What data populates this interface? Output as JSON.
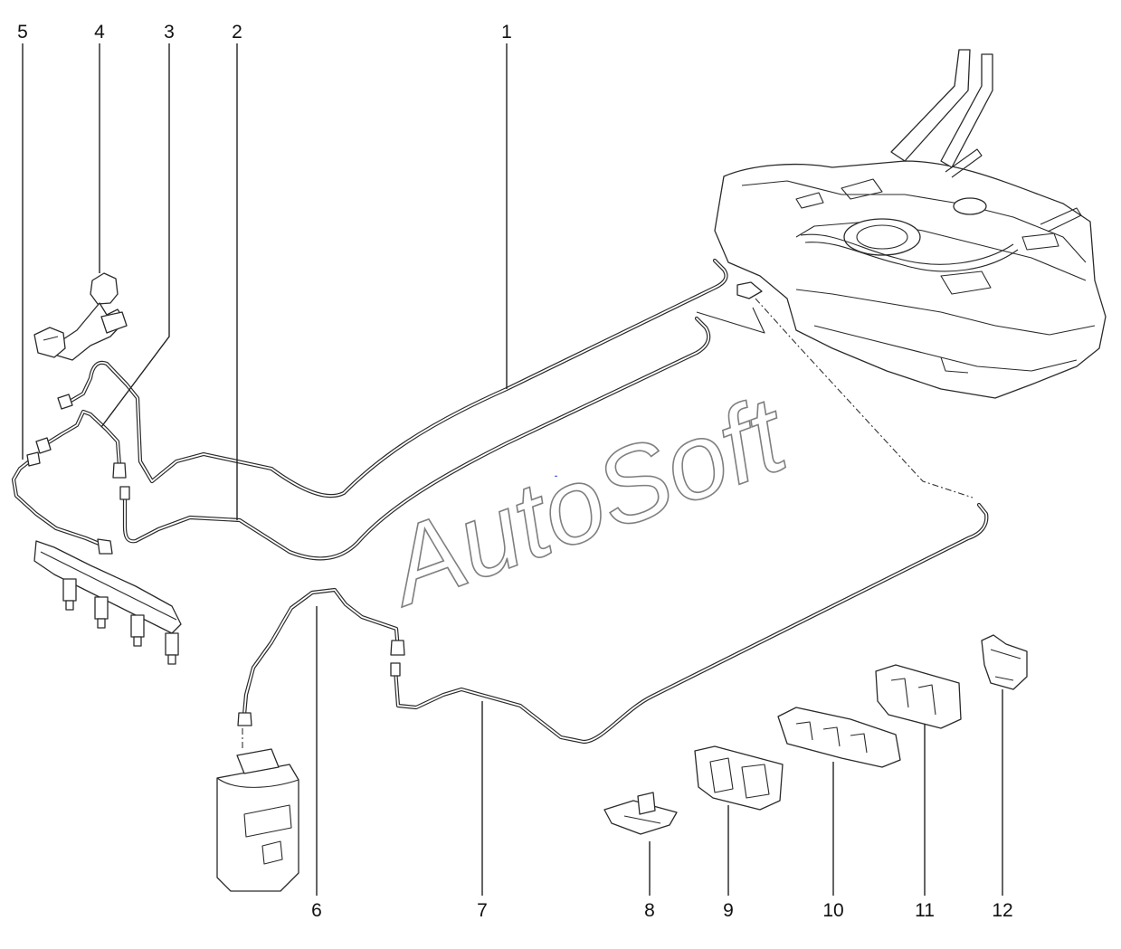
{
  "watermark": "AutoSoft",
  "part_numbers": {
    "p1": "1",
    "p2": "2",
    "p3": "3",
    "p4": "4",
    "p5": "5",
    "p6": "6",
    "p7": "7",
    "p8": "8",
    "p9": "9",
    "p10": "10",
    "p11": "11",
    "p12": "12"
  }
}
